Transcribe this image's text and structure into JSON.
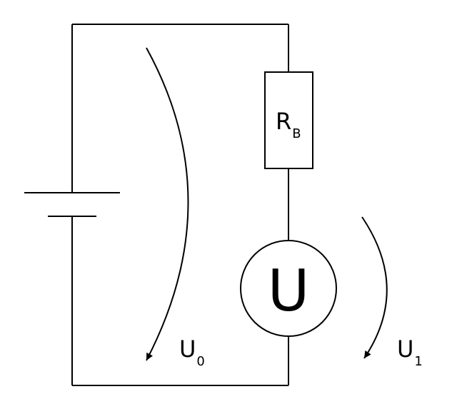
{
  "circuit": {
    "resistor_label": "R",
    "resistor_subscript": "B",
    "meter_symbol": "U",
    "source_voltage_label": "U",
    "source_voltage_subscript": "0",
    "meter_voltage_label": "U",
    "meter_voltage_subscript": "1"
  },
  "colors": {
    "stroke": "#000000",
    "background": "#ffffff"
  }
}
